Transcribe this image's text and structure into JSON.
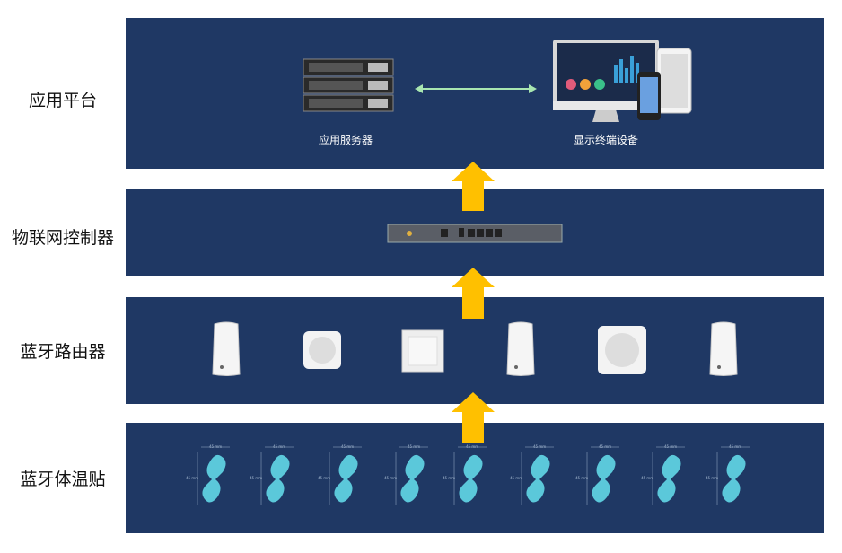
{
  "layers": [
    {
      "label": "应用平台"
    },
    {
      "label": "物联网控制器"
    },
    {
      "label": "蓝牙路由器"
    },
    {
      "label": "蓝牙体温贴"
    }
  ],
  "platform": {
    "server_caption": "应用服务器",
    "display_caption": "显示终端设备"
  },
  "sticker": {
    "dim_label": "45 mm",
    "count": 9
  },
  "colors": {
    "panel": "#1f3864",
    "arrow": "#ffc000",
    "sticker": "#5bc8da",
    "link": "#a8e6b0"
  }
}
